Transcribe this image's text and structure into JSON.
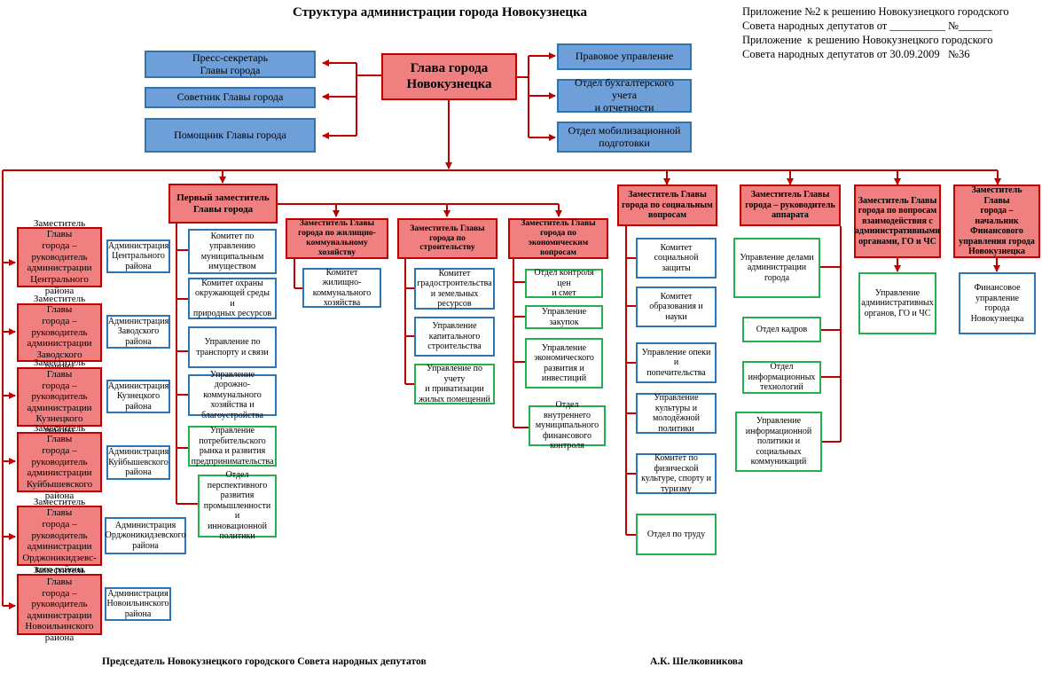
{
  "title": "Структура администрации города Новокузнецка",
  "annex_note": [
    "Приложение №2 к решению Новокузнецкого городского",
    "Совета народных депутатов от __________ №______",
    "Приложение  к решению Новокузнецкого городского",
    "Совета народных депутатов от 30.09.2009   №36"
  ],
  "head": "Глава города\nНовокузнецка",
  "head_left_units": [
    "Пресс-секретарь\nГлавы города",
    "Советник Главы города",
    "Помощник Главы города"
  ],
  "head_right_units": [
    "Правовое управление",
    "Отдел бухгалтерского учета\nи отчетности",
    "Отдел мобилизационной\nподготовки"
  ],
  "district_deputies": [
    {
      "deputy": "Заместитель Главы\nгорода –\nруководитель\nадминистрации\nЦентрального\nрайона",
      "admin": "Администрация\nЦентрального\nрайона"
    },
    {
      "deputy": "Заместитель Главы\nгорода –\nруководитель\nадминистрации\nЗаводского района",
      "admin": "Администрация\nЗаводского\nрайона"
    },
    {
      "deputy": "Заместитель Главы\nгорода –\nруководитель\nадминистрации\nКузнецкого района",
      "admin": "Администрация\nКузнецкого\nрайона"
    },
    {
      "deputy": "Заместитель Главы\nгорода –\nруководитель\nадминистрации\nКуйбышевского\nрайона",
      "admin": "Администрация\nКуйбышевского\nрайона"
    },
    {
      "deputy": "Заместитель Главы\nгорода –\nруководитель\nадминистрации\nОрджоникидзевс-\nкого района",
      "admin": "Администрация\nОрджоникидзевского\nрайона"
    },
    {
      "deputy": "Заместитель Главы\nгорода –\nруководитель\nадминистрации\nНовоильинского\nрайона",
      "admin": "Администрация\nНовоильинского\nрайона"
    }
  ],
  "first_deputy": {
    "title": "Первый заместитель\nГлавы города",
    "units": [
      "Комитет по\nуправлению\nмуниципальным\nимуществом",
      "Комитет охраны\nокружающей среды и\nприродных ресурсов",
      "Управление по\nтранспорту и связи",
      "Управление дорожно-\nкоммунального\nхозяйства и\nблагоустройства",
      "Управление\nпотребительского\nрынка и развития\nпредпринимательства",
      "Отдел\nперспективного\nразвития\nпромышленности и\nинновационной\nполитики"
    ]
  },
  "housing_deputy": {
    "title": "Заместитель Главы\nгорода по жилищно-\nкоммунальному\nхозяйству",
    "units": [
      "Комитет жилищно-\nкоммунального\nхозяйства"
    ]
  },
  "construction_deputy": {
    "title": "Заместитель Главы\nгорода по строительству",
    "units": [
      "Комитет\nградостроительства\nи земельных\nресурсов",
      "Управление\nкапитального\nстроительства",
      "Управление по учету\nи приватизации\nжилых помещений"
    ]
  },
  "economic_deputy": {
    "title": "Заместитель Главы\nгорода по\nэкономическим\nвопросам",
    "units": [
      "Отдел контроля цен\nи смет",
      "Управление закупок",
      "Управление\nэкономического\nразвития и\nинвестиций",
      "Отдел внутреннего\nмуниципального\nфинансового\nконтроля"
    ]
  },
  "social_deputy": {
    "title": "Заместитель Главы\nгорода по социальным\nвопросам",
    "units": [
      "Комитет социальной\nзащиты",
      "Комитет\nобразования и науки",
      "Управление опеки и\nпопечительства",
      "Управление\nкультуры и\nмолодёжной\nполитики",
      "Комитет по\nфизической\nкультуре, спорту и\nтуризму",
      "Отдел по труду"
    ]
  },
  "apparatus_deputy": {
    "title": "Заместитель Главы\nгорода – руководитель\nаппарата",
    "units": [
      "Управление  делами\nадминистрации города",
      "Отдел кадров",
      "Отдел\nинформационных\nтехнологий",
      "Управление\nинформационной\nполитики и\nсоциальных\nкоммуникаций"
    ]
  },
  "civil_defense_deputy": {
    "title": "Заместитель Главы\nгорода по вопросам\nвзаимодействия с\nадминистративными\nорганами, ГО и ЧС",
    "units": [
      "Управление\nадминистративных\nорганов, ГО и ЧС"
    ]
  },
  "finance_deputy": {
    "title": "Заместитель Главы\nгорода – начальник\nФинансового\nуправления города\nНовокузнецка",
    "units": [
      "Финансовое\nуправление\nгорода\nНовокузнецка"
    ]
  },
  "signature": {
    "position": "Председатель Новокузнецкого городского Совета народных депутатов",
    "name": "А.К. Шелковникова"
  },
  "colors": {
    "leader_fill": "#f08080",
    "leader_border": "#c00000",
    "staff_fill": "#6f9fd8",
    "staff_border": "#2e75b6",
    "unit_blue_border": "#2e75b6",
    "unit_green_border": "#22b14c",
    "connector": "#c00000"
  }
}
